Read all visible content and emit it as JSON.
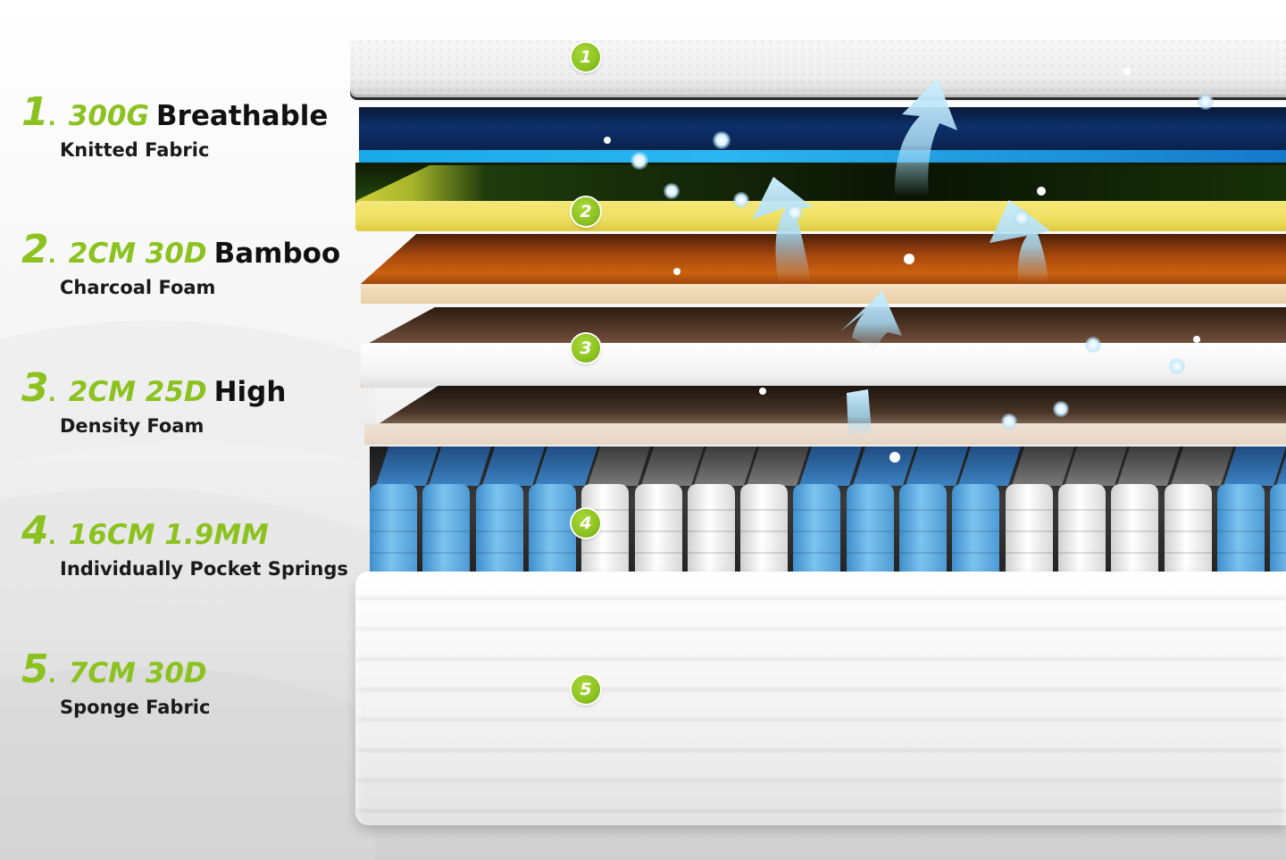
{
  "legend": [
    {
      "num": "1",
      "spec": "300G",
      "title": "Breathable",
      "sub": "Knitted Fabric"
    },
    {
      "num": "2",
      "spec": "2CM 30D",
      "title": "Bamboo",
      "sub": "Charcoal Foam"
    },
    {
      "num": "3",
      "spec": "2CM 25D",
      "title": "High",
      "sub": "Density Foam"
    },
    {
      "num": "4",
      "spec": "16CM 1.9MM",
      "title": "",
      "sub": "Individually Pocket Springs"
    },
    {
      "num": "5",
      "spec": "7CM 30D",
      "title": "",
      "sub": "Sponge Fabric"
    }
  ],
  "badges": [
    "1",
    "2",
    "3",
    "4",
    "5"
  ],
  "springs": {
    "pattern": [
      "blue",
      "blue",
      "blue",
      "blue",
      "white",
      "white",
      "white",
      "white",
      "blue",
      "blue",
      "blue",
      "blue",
      "white",
      "white",
      "white",
      "white",
      "blue",
      "blue"
    ]
  },
  "colors": {
    "accent_green": "#8cc220",
    "spring_blue": "#6bb6e8",
    "airflow_arrow": "#a9dcf6"
  },
  "icons": [
    "airflow-arrow-icon",
    "air-bubble-icon"
  ]
}
